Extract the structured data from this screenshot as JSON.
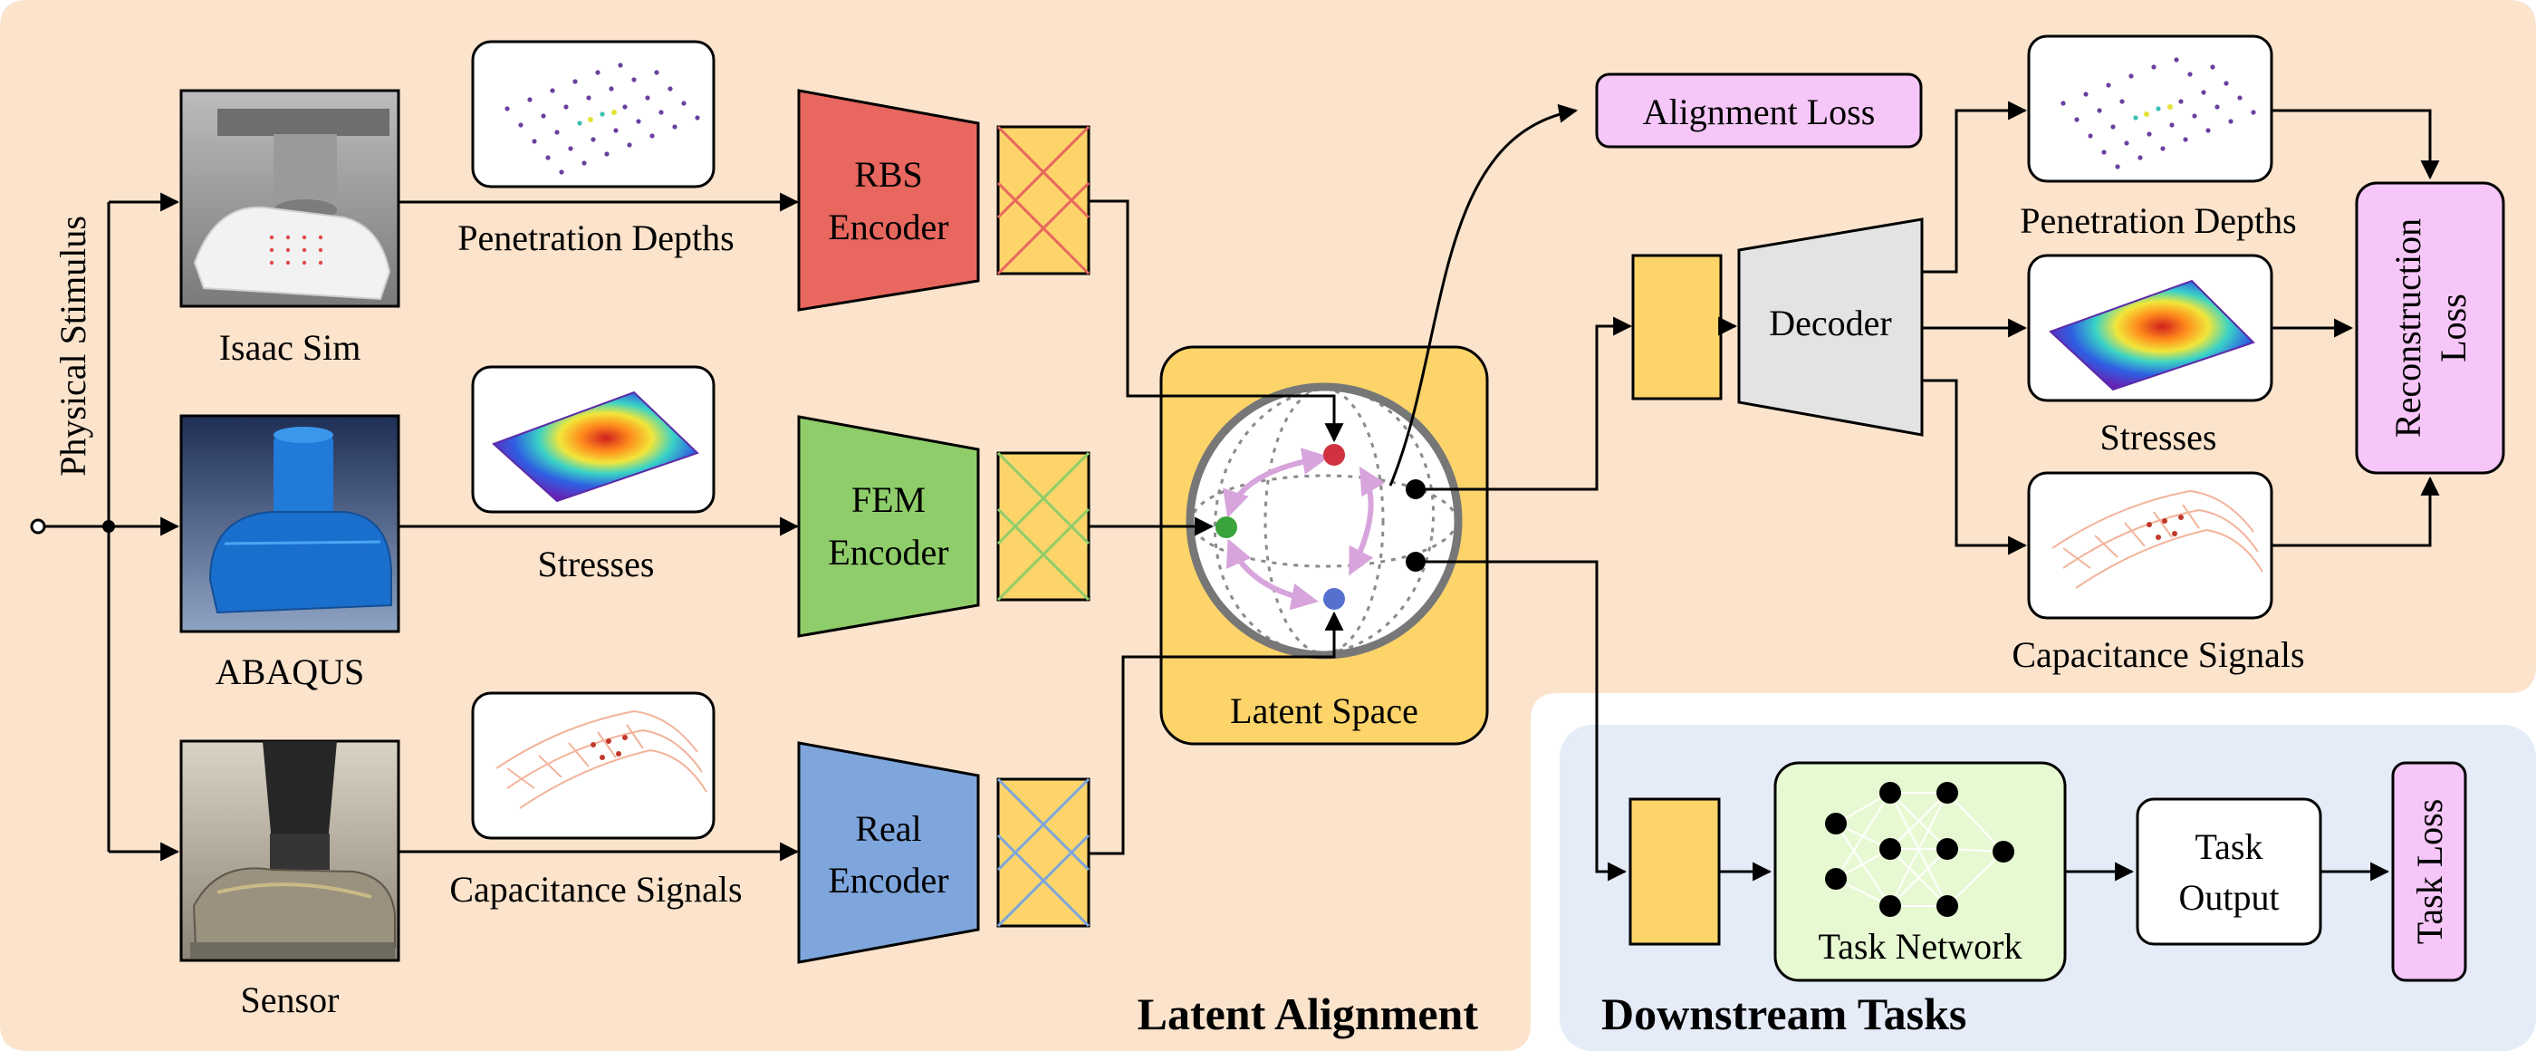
{
  "left_input": {
    "label": "Physical Stimulus"
  },
  "sources": [
    {
      "name": "Isaac Sim",
      "modality": "Penetration Depths",
      "encoder_line1": "RBS",
      "encoder_line2": "Encoder"
    },
    {
      "name": "ABAQUS",
      "modality": "Stresses",
      "encoder_line1": "FEM",
      "encoder_line2": "Encoder"
    },
    {
      "name": "Sensor",
      "modality": "Capacitance Signals",
      "encoder_line1": "Real",
      "encoder_line2": "Encoder"
    }
  ],
  "latent": {
    "label": "Latent Space"
  },
  "alignment_loss": {
    "label": "Alignment Loss"
  },
  "decoder": {
    "label": "Decoder"
  },
  "outputs": [
    "Penetration Depths",
    "Stresses",
    "Capacitance Signals"
  ],
  "reconstruction_loss": {
    "line1": "Reconstruction",
    "line2": "Loss"
  },
  "task_network": {
    "label": "Task Network"
  },
  "task_output": {
    "line1": "Task",
    "line2": "Output"
  },
  "task_loss": {
    "label": "Task Loss"
  },
  "sections": {
    "latent_alignment": "Latent Alignment",
    "downstream_tasks": "Downstream Tasks"
  },
  "colors": {
    "latent_alignment_bg": "#fbe3cc",
    "downstream_bg": "#e5ecf8",
    "latent_box": "#fcd46a",
    "rbs_encoder": "#e8675f",
    "fem_encoder": "#8fcd6b",
    "real_encoder": "#7ea6dd",
    "decoder": "#e3e3e3",
    "loss_box": "#f5c6f7",
    "task_network": "#e7f9d2",
    "red_dot": "#d1323f",
    "green_dot": "#3aa33a",
    "blue_dot": "#5670d0"
  }
}
